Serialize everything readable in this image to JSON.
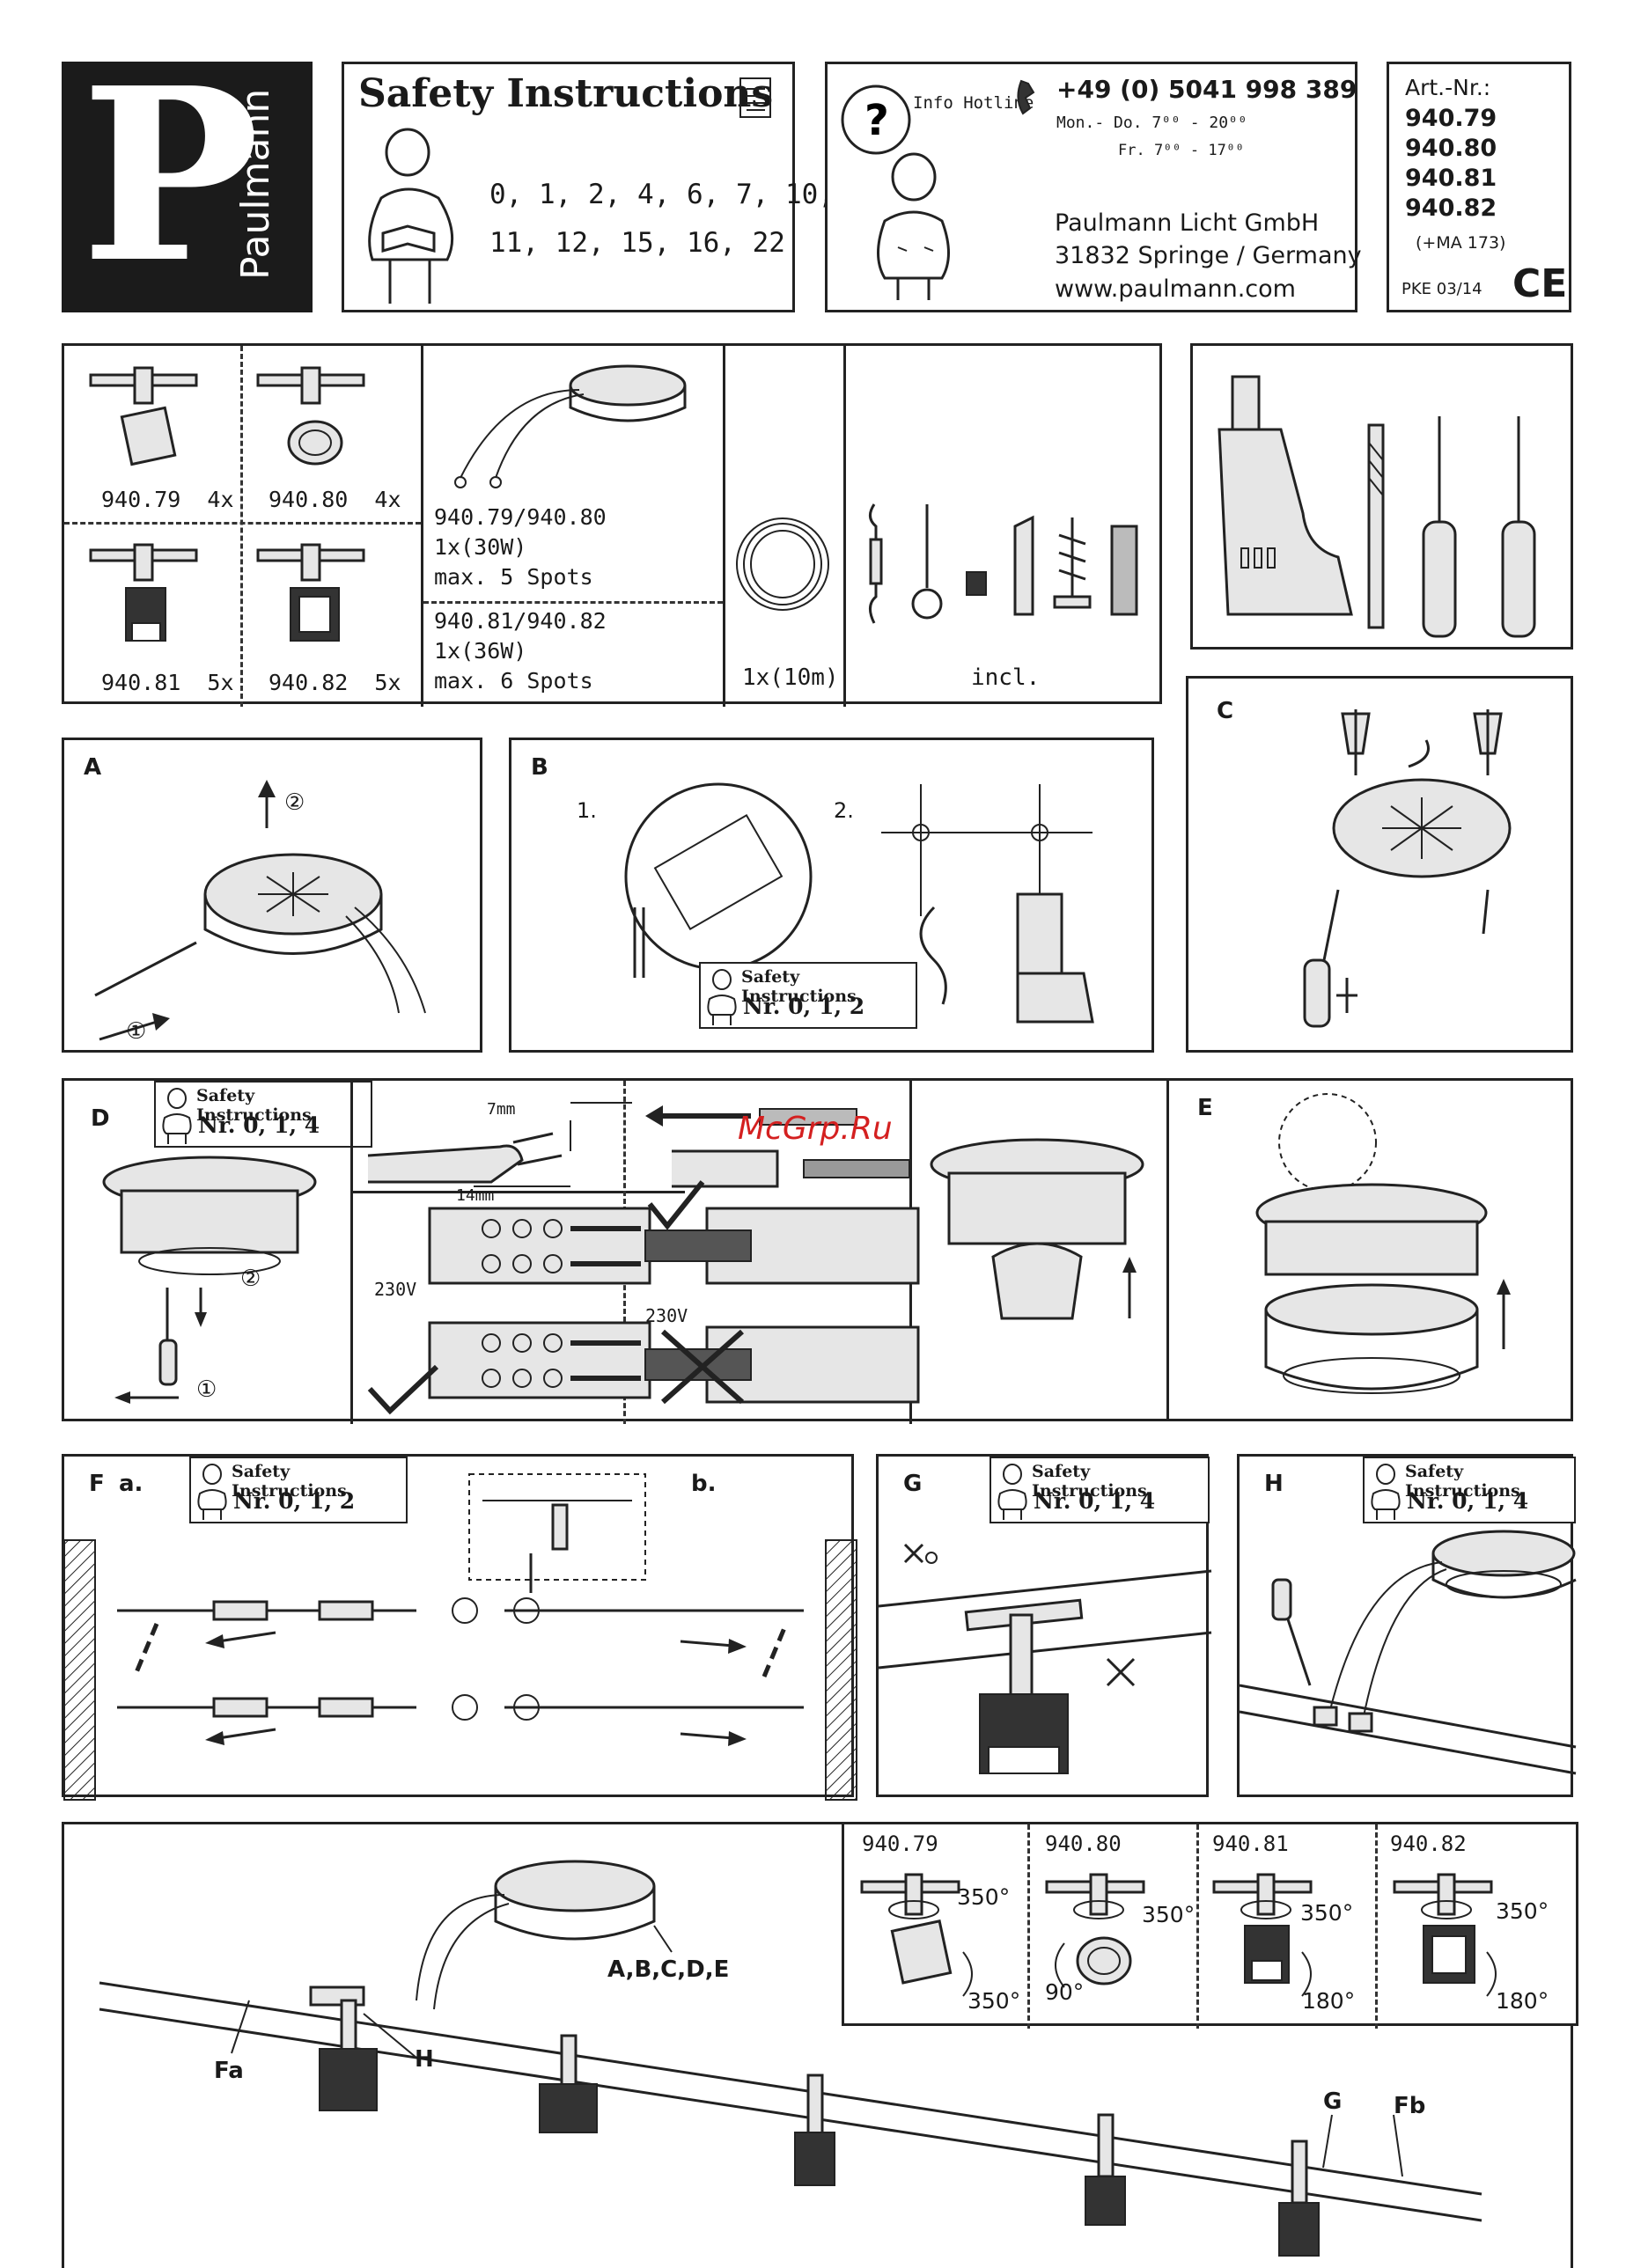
{
  "brand": {
    "letter": "P",
    "name": "Paulmann"
  },
  "safety_header": {
    "title": "Safety Instructions",
    "numbers_line1": "0, 1, 2, 4, 6, 7, 10,",
    "numbers_line2": "11, 12, 15, 16, 22"
  },
  "hotline": {
    "label": "Info Hotline",
    "phone": "+49 (0) 5041 998 389",
    "hours1": "Mon.- Do. 7⁰⁰ - 20⁰⁰",
    "hours2": "Fr.  7⁰⁰ - 17⁰⁰",
    "company": "Paulmann Licht GmbH",
    "city": "31832 Springe / Germany",
    "web": "www.paulmann.com"
  },
  "article": {
    "label": "Art.-Nr.:",
    "numbers": [
      "940.79",
      "940.80",
      "940.81",
      "940.82"
    ],
    "note": "(+MA 173)",
    "code": "PKE 03/14",
    "ce": "CE"
  },
  "parts": {
    "spot1": "940.79  4x",
    "spot2": "940.80  4x",
    "spot3": "940.81  5x",
    "spot4": "940.82  5x",
    "trafo1_l1": "940.79/940.80",
    "trafo1_l2": "1x(30W)",
    "trafo1_l3": "max. 5 Spots",
    "trafo2_l1": "940.81/940.82",
    "trafo2_l2": "1x(36W)",
    "trafo2_l3": "max. 6 Spots",
    "cable": "1x(10m)",
    "incl": "incl."
  },
  "steps": {
    "A": "A",
    "B": "B",
    "C": "C",
    "D": "D",
    "E": "E",
    "F": "F",
    "Fa_sub": "a.",
    "Fb_sub": "b.",
    "G": "G",
    "H": "H",
    "B1": "1.",
    "B2": "2.",
    "circle1": "①",
    "circle2": "②"
  },
  "safety_boxes": {
    "title": "Safety Instructions",
    "B": "Nr. 0, 1, 2",
    "D": "Nr. 0, 1, 4",
    "F": "Nr. 0, 1, 2",
    "G": "Nr. 0, 1, 4",
    "H": "Nr. 0, 1, 4"
  },
  "wiring": {
    "dim1": "7mm",
    "dim2": "14mm",
    "volt1": "230V",
    "volt2": "230V"
  },
  "watermark": "McGrp.Ru",
  "overview": {
    "ref_trafo": "A,B,C,D,E",
    "ref_fa": "Fa",
    "ref_h": "H",
    "ref_g": "G",
    "ref_fb": "Fb",
    "models": [
      {
        "name": "940.79",
        "rot1": "350°",
        "rot2": "350°"
      },
      {
        "name": "940.80",
        "rot1": "350°",
        "rot2": "90°"
      },
      {
        "name": "940.81",
        "rot1": "350°",
        "rot2": "180°"
      },
      {
        "name": "940.82",
        "rot1": "350°",
        "rot2": "180°"
      }
    ]
  }
}
